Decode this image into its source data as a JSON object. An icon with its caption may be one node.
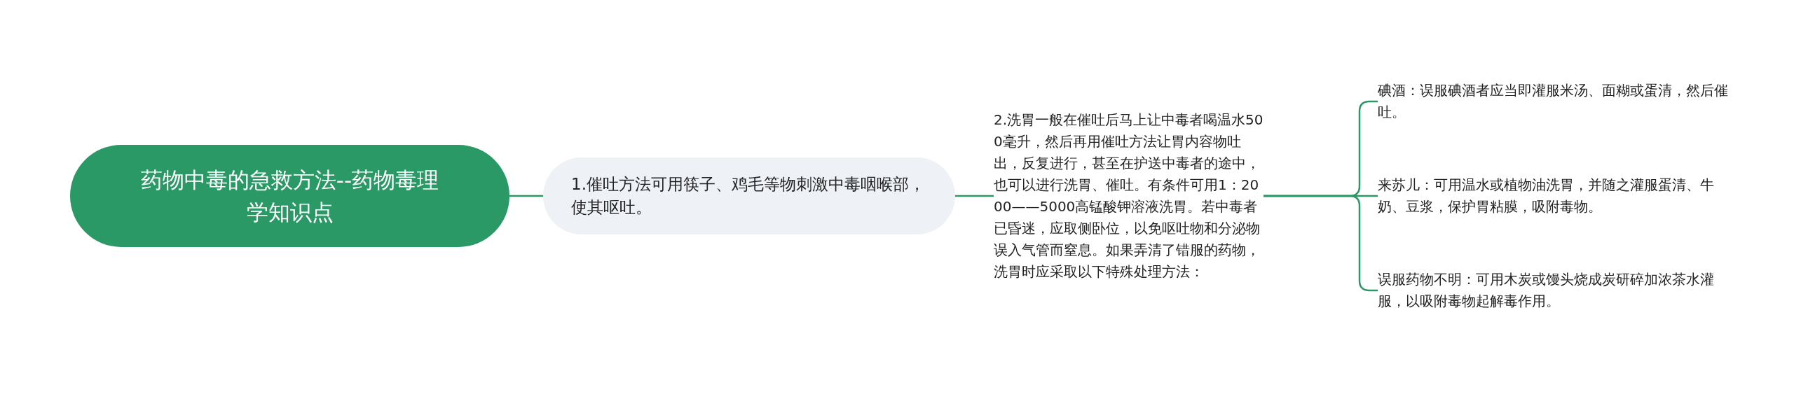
{
  "diagram": {
    "nodes": [
      {
        "text": [
          "药物中毒的急救方法--药物毒理学知识点"
        ]
      },
      {
        "text": [
          "1.催吐方法可用筷子、鸡毛等物刺激中毒咽喉部，使其呕吐。"
        ]
      },
      {
        "text": [
          "2.洗胃一般在催吐后马上让中毒者喝温水500毫升，然后再用催吐方法让胃内容物吐出，反复进行，甚至在护送中毒者的途中，也可以进行洗胃、催吐。有条件可用1：2000——5000高锰酸钾溶液洗胃。若中毒者已昏迷，应取侧卧位，以免呕吐物和分泌物误入气管而窒息。如果弄清了错服的药物，洗胃时应采取以下特殊处理方法："
        ]
      },
      {
        "text": [
          "碘酒：误服碘酒者应当即灌服米汤、面糊或蛋清，然后催吐。"
        ]
      },
      {
        "text": [
          "来苏儿：可用温水或植物油洗胃，并随之灌服蛋清、牛奶、豆浆，保护胃粘膜，吸附毒物。"
        ]
      },
      {
        "text": [
          "误服药物不明：可用木炭或馒头烧成炭研碎加浓茶水灌服，以吸附毒物起解毒作用。"
        ]
      }
    ],
    "edges": [
      {
        "from": 0,
        "to": 1,
        "arrow": "none"
      },
      {
        "from": 1,
        "to": 2,
        "arrow": "none"
      },
      {
        "from": 2,
        "to": 3,
        "arrow": "none"
      },
      {
        "from": 2,
        "to": 4,
        "arrow": "none"
      },
      {
        "from": 2,
        "to": 5,
        "arrow": "none"
      }
    ]
  }
}
